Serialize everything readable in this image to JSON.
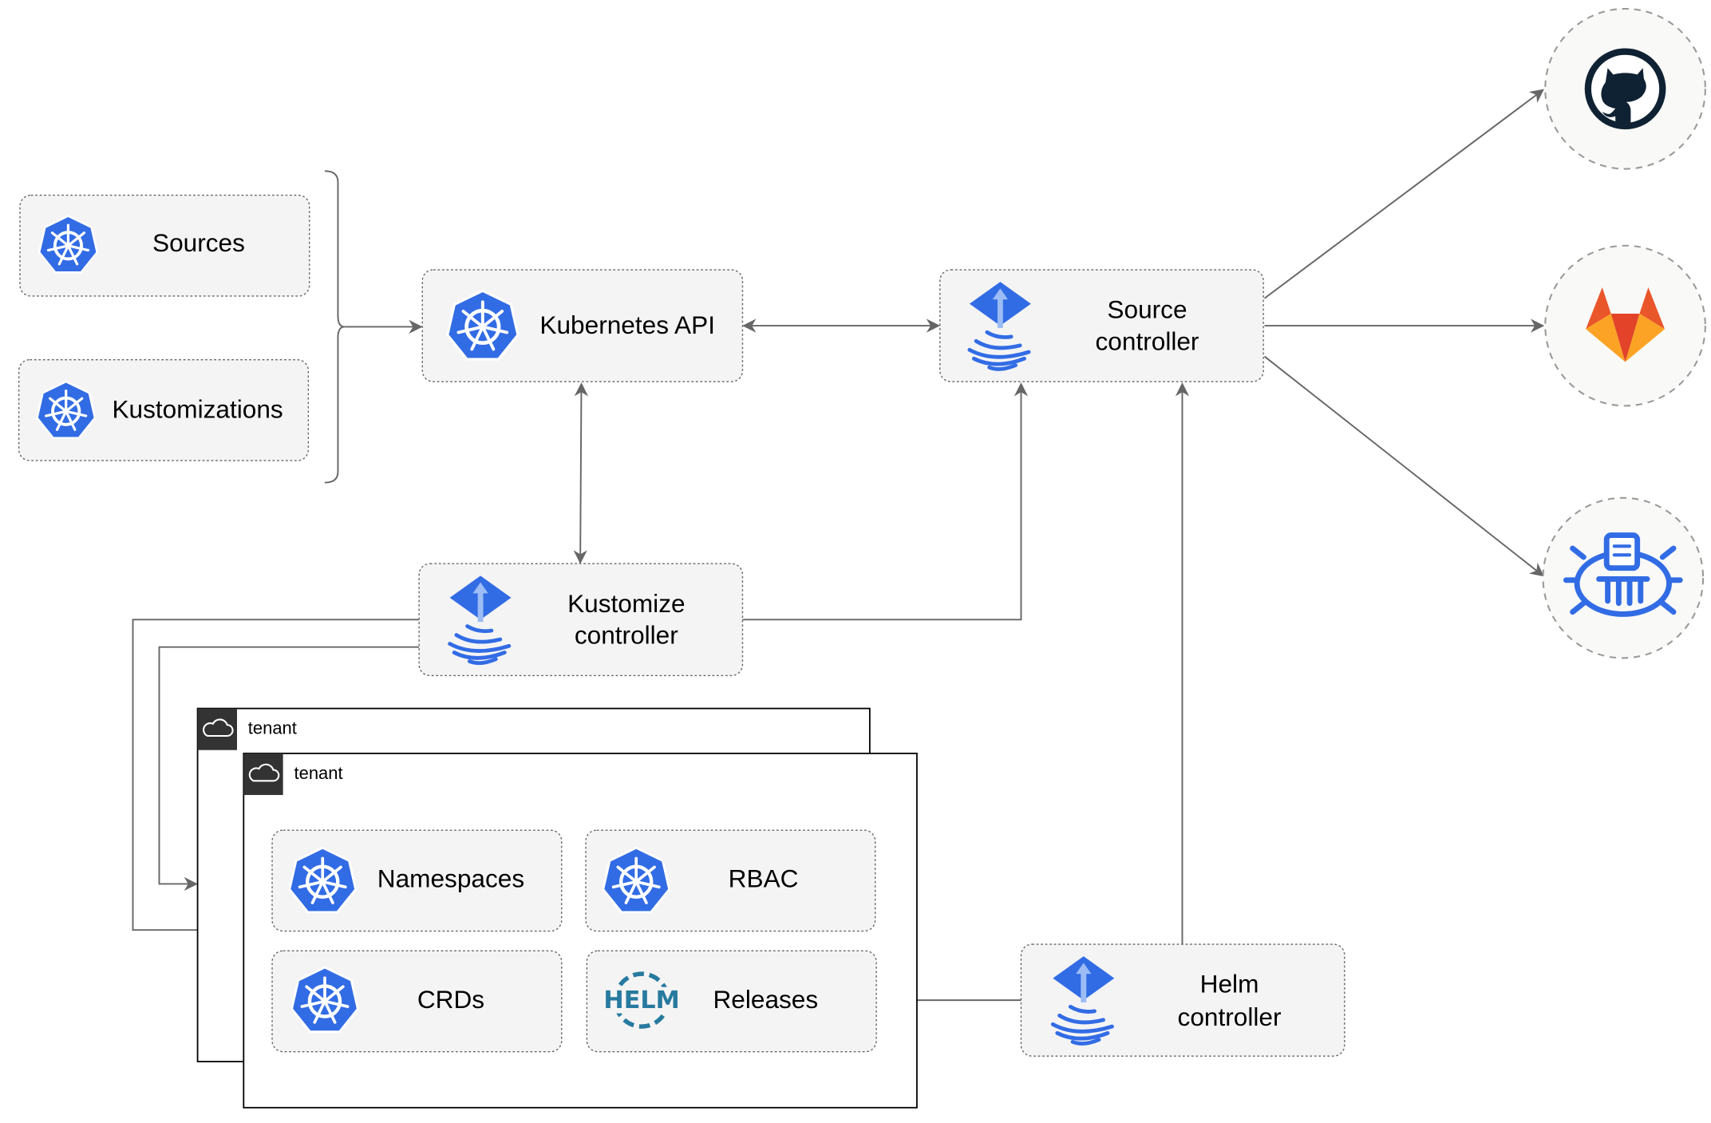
{
  "nodes": {
    "sources": {
      "label": "Sources",
      "icon": "kubernetes-icon"
    },
    "kustomizations": {
      "label": "Kustomizations",
      "icon": "kubernetes-icon"
    },
    "kubernetes_api": {
      "label": "Kubernetes API",
      "icon": "kubernetes-icon"
    },
    "source_controller": {
      "line1": "Source",
      "line2": "controller",
      "icon": "flux-icon"
    },
    "kustomize_controller": {
      "line1": "Kustomize",
      "line2": "controller",
      "icon": "flux-icon"
    },
    "helm_controller": {
      "line1": "Helm",
      "line2": "controller",
      "icon": "flux-icon"
    },
    "namespaces": {
      "label": "Namespaces",
      "icon": "kubernetes-icon"
    },
    "rbac": {
      "label": "RBAC",
      "icon": "kubernetes-icon"
    },
    "crds": {
      "label": "CRDs",
      "icon": "kubernetes-icon"
    },
    "releases": {
      "label": "Releases",
      "icon": "helm-icon",
      "icon_text": "HELM"
    }
  },
  "tenants": [
    {
      "label": "tenant",
      "icon": "cloud-icon"
    },
    {
      "label": "tenant",
      "icon": "cloud-icon"
    }
  ],
  "external": [
    {
      "icon": "github-icon"
    },
    {
      "icon": "gitlab-icon"
    },
    {
      "icon": "bucket-icon"
    }
  ],
  "colors": {
    "kubernetes_blue": "#326ce5",
    "edge": "#666666",
    "gitlab_orange": "#e9562a",
    "helm_blue": "#277a9f",
    "github_dark": "#0f2233"
  }
}
